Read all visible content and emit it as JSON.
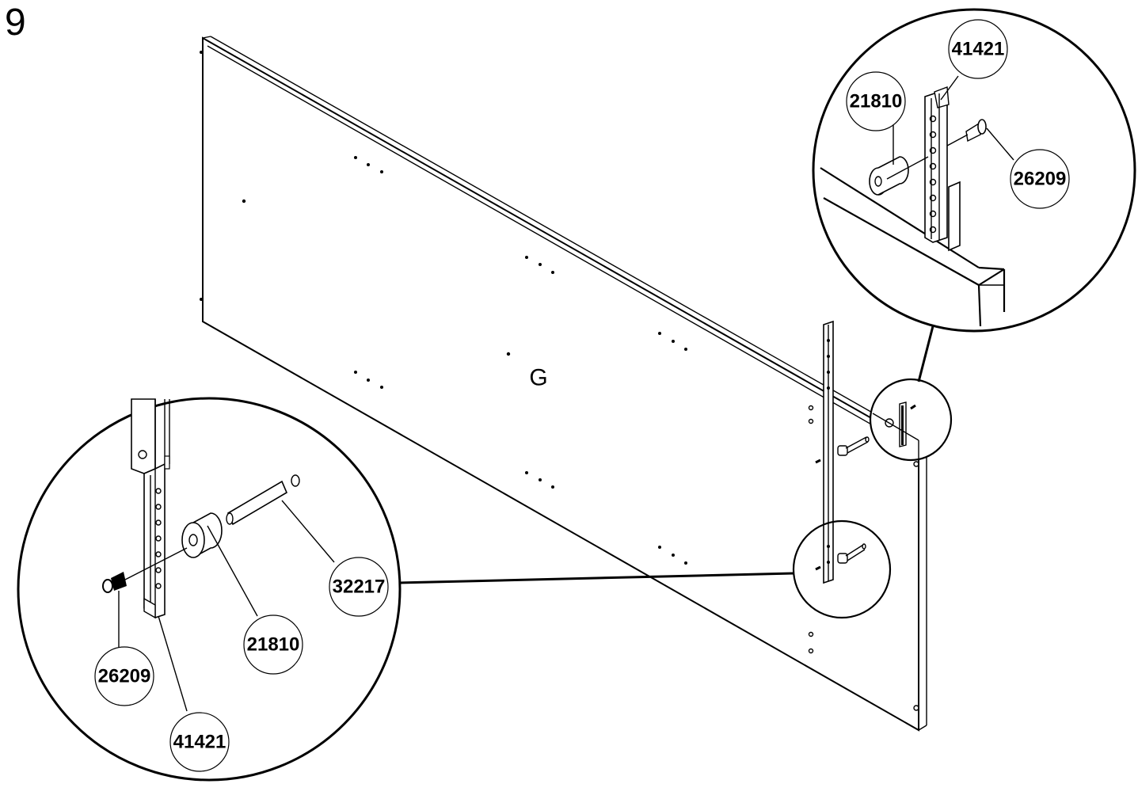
{
  "step_number": "9",
  "panel_label": "G",
  "callouts": {
    "top_rail": "41421",
    "top_spacer": "21810",
    "top_screw": "26209",
    "bottom_dowel": "32217",
    "bottom_spacer": "21810",
    "bottom_screw": "26209",
    "bottom_rail": "41421"
  },
  "icons": {
    "top_detail": "magnified-detail-circle",
    "bottom_detail": "magnified-detail-circle"
  }
}
